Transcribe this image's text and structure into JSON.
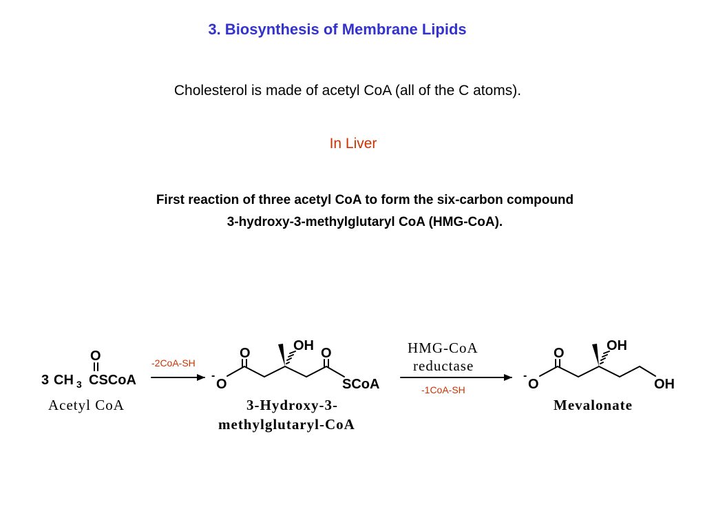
{
  "header": {
    "title": "3. Biosynthesis of Membrane Lipids"
  },
  "body": {
    "intro": "Cholesterol is made of acetyl CoA (all of the C atoms).",
    "location": "In Liver",
    "description_line1": "First reaction of three acetyl CoA to form the six-carbon compound",
    "description_line2": "3-hydroxy-3-methylglutaryl CoA (HMG-CoA)."
  },
  "scheme": {
    "acetyl_coa": {
      "coefficient": "3",
      "ch": "CH",
      "sub3": "3",
      "cscoa": "CSCoA",
      "oxygen": "O",
      "name": "Acetyl CoA"
    },
    "step1": {
      "byproduct": "-2CoA-SH"
    },
    "hmg_coa": {
      "charge": "-",
      "o_anion": "O",
      "o_carbonyl_left": "O",
      "o_carbonyl_right": "O",
      "oh": "OH",
      "scoa": "SCoA",
      "name_line1": "3-Hydroxy-3-",
      "name_line2": "methylglutaryl-CoA"
    },
    "step2": {
      "enzyme_line1": "HMG-CoA",
      "enzyme_line2": "reductase",
      "byproduct": "-1CoA-SH"
    },
    "mevalonate": {
      "charge": "-",
      "o_anion": "O",
      "o_carbonyl": "O",
      "oh_top": "OH",
      "oh_end": "OH",
      "name": "Mevalonate"
    }
  }
}
